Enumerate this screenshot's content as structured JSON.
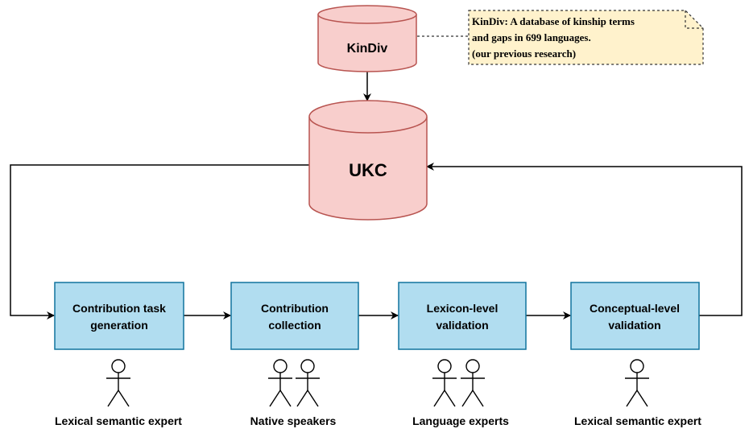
{
  "colors": {
    "database_fill": "#f8cecc",
    "database_stroke": "#b85450",
    "process_fill": "#b1ddf0",
    "process_stroke": "#10739e",
    "note_fill": "#fff2cc",
    "line": "#000000"
  },
  "databases": {
    "kindiv": {
      "label": "KinDiv"
    },
    "ukc": {
      "label": "UKC"
    }
  },
  "note": {
    "lines": [
      "KinDiv: A database of kinship terms",
      "and gaps in 699 languages.",
      "(our previous research)"
    ]
  },
  "steps": [
    {
      "lines": [
        "Contribution task",
        "generation"
      ],
      "role": "Lexical semantic expert",
      "actors": 1
    },
    {
      "lines": [
        "Contribution",
        "collection"
      ],
      "role": "Native speakers",
      "actors": 2
    },
    {
      "lines": [
        "Lexicon-level",
        "validation"
      ],
      "role": "Language experts",
      "actors": 2
    },
    {
      "lines": [
        "Conceptual-level",
        "validation"
      ],
      "role": "Lexical semantic expert",
      "actors": 1
    }
  ]
}
